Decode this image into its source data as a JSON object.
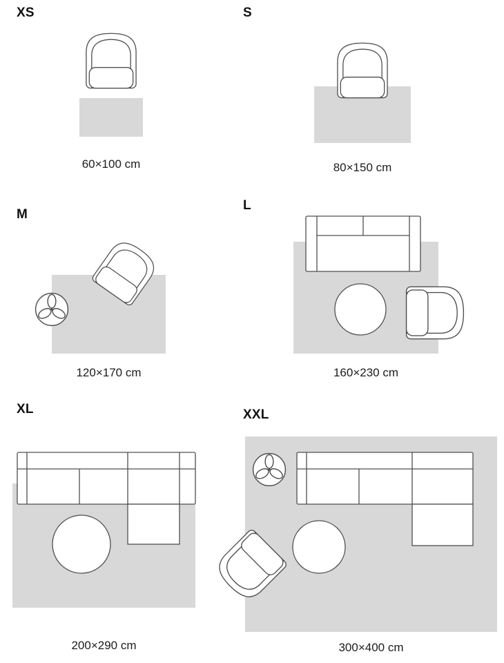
{
  "page": {
    "background": "#ffffff"
  },
  "colors": {
    "rug_fill": "#d8d8d8",
    "furniture_outline": "#4f4f4f",
    "furniture_fill": "#ffffff",
    "label_text": "#111111",
    "caption_text": "#1c1c1c"
  },
  "sizes": [
    {
      "id": "xs",
      "label": "XS",
      "dimensions": "60×100 cm",
      "furniture": [
        "armchair"
      ]
    },
    {
      "id": "s",
      "label": "S",
      "dimensions": "80×150 cm",
      "furniture": [
        "armchair"
      ]
    },
    {
      "id": "m",
      "label": "M",
      "dimensions": "120×170 cm",
      "furniture": [
        "armchair",
        "plant"
      ]
    },
    {
      "id": "l",
      "label": "L",
      "dimensions": "160×230 cm",
      "furniture": [
        "sofa",
        "coffee-table",
        "armchair"
      ]
    },
    {
      "id": "xl",
      "label": "XL",
      "dimensions": "200×290 cm",
      "furniture": [
        "sectional-sofa",
        "coffee-table"
      ]
    },
    {
      "id": "xxl",
      "label": "XXL",
      "dimensions": "300×400 cm",
      "furniture": [
        "plant",
        "sectional-sofa",
        "coffee-table",
        "armchair"
      ]
    }
  ],
  "icons": {
    "armchair": "armchair-top-view",
    "sofa": "sofa-top-view",
    "sectional_sofa": "sectional-sofa-top-view",
    "plant": "potted-plant-top-view",
    "coffee_table": "round-coffee-table-top-view",
    "rug": "rug-swatch"
  }
}
